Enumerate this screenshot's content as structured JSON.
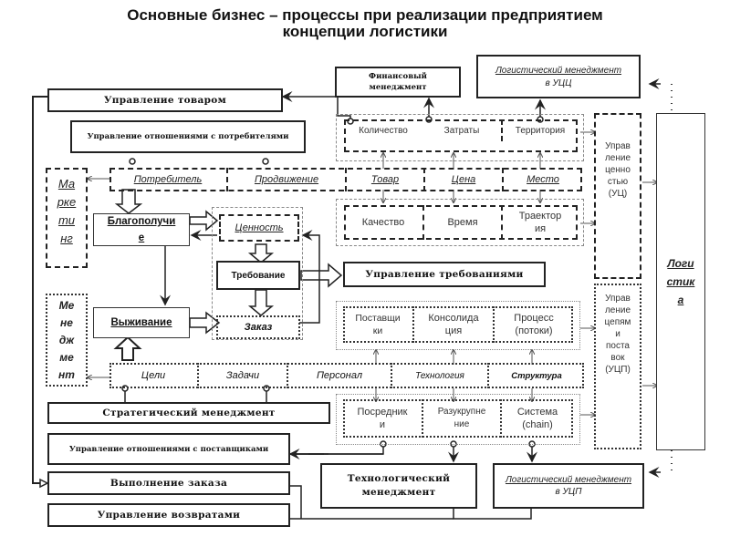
{
  "title": {
    "line1": "Основные бизнес – процессы при реализации предприятием",
    "line2": "концепции логистики"
  },
  "left_column": {
    "product_management": "Управление товаром",
    "customer_relations": "Управление отношениями с потребителями",
    "strategic_management": "Стратегический менеджмент",
    "supplier_relations": "Управление отношениями с поставщиками",
    "order_fulfillment": "Выполнение заказа",
    "returns_management": "Управление возвратами"
  },
  "top_boxes": {
    "financial_management": "Финансовый менеджмент",
    "logistics_management_ucc_link": "Логистический менеджмент",
    "logistics_management_ucc_suffix": "в УЦЦ"
  },
  "marketing": {
    "label": "Ма\nрке\nти\nнг"
  },
  "management": {
    "label": "Ме\nне\nдж\nме\nнт"
  },
  "marketing_mix": [
    "Потребитель",
    "Продвижение",
    "Товар",
    "Цена",
    "Место"
  ],
  "upper_factors": [
    "Количество",
    "Затраты",
    "Территория"
  ],
  "middle_factors": [
    "Качество",
    "Время",
    "Траектор\nия"
  ],
  "center": {
    "wellbeing": "Благополучи\nе",
    "survival": "Выживание",
    "value": "Ценность",
    "requirement": "Требование",
    "order": "Заказ",
    "requirements_management": "Управление требованиями"
  },
  "chain_factors": [
    "Поставщи\nки",
    "Консолида\nция",
    "Процесс\n(потоки)"
  ],
  "management_elements": [
    "Цели",
    "Задачи",
    "Персонал",
    "Технология",
    "Структура"
  ],
  "lower_factors": [
    "Посредник\nи",
    "Разукрупне\nние",
    "Система\n(chain)"
  ],
  "bottom_boxes": {
    "technological_management": "Технологический менеджмент",
    "logistics_management_ucp_link": "Логистический менеджмент",
    "logistics_management_ucp_suffix": "в УЦП"
  },
  "right_column": {
    "value_management": "Управ\nление\nценно\nстью\n(УЦ)",
    "supply_chain_management": "Управ\nление\nцепям\nи\nпоста\nвок\n(УЦП)",
    "logistics": "Логи\nстик\nа"
  }
}
